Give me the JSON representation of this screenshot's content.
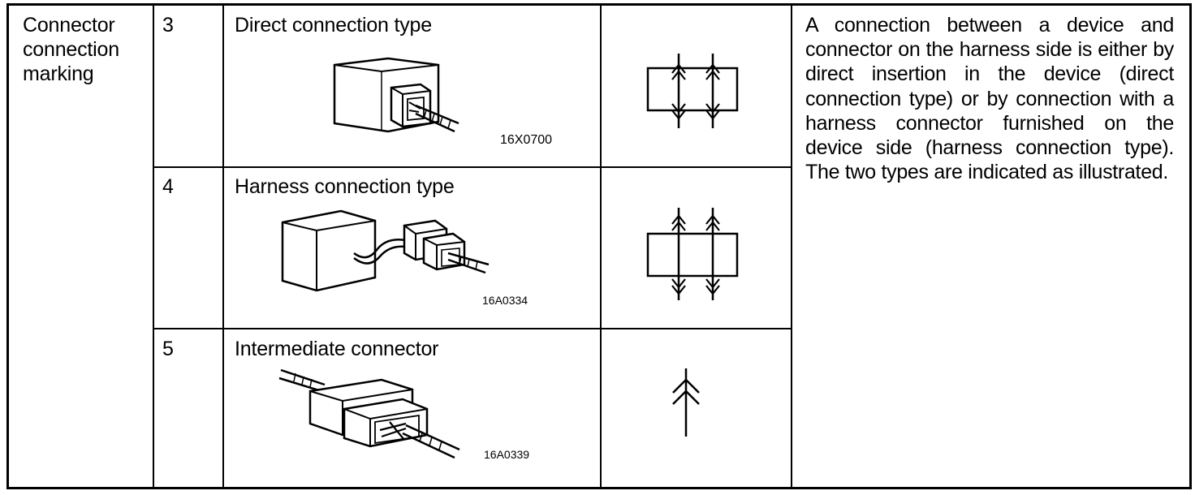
{
  "category": {
    "label_line1": "Connector",
    "label_line2": "connection",
    "label_line3": "marking"
  },
  "rows": [
    {
      "number": "3",
      "title": "Direct connection type",
      "image_code": "16X0700",
      "icon": "direct-connection-symbol"
    },
    {
      "number": "4",
      "title": "Harness connection type",
      "image_code": "16A0334",
      "icon": "harness-connection-symbol"
    },
    {
      "number": "5",
      "title": "Intermediate connector",
      "image_code": "16A0339",
      "icon": "intermediate-connector-symbol"
    }
  ],
  "description": "A connection between a device and connector on the harness side is either by direct insertion in the device (direct connection type) or by connection with a harness connector furnished on the device side (harness connection type). The two types are indicated as illustrated."
}
